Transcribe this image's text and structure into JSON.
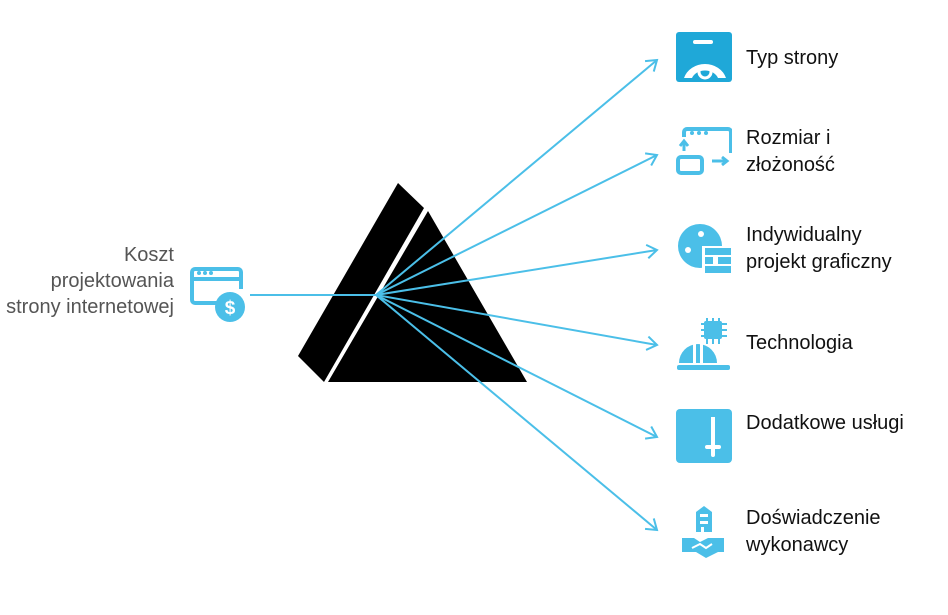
{
  "source": {
    "label": "Koszt projektowania strony internetowej",
    "icon": "browser-dollar-icon"
  },
  "colors": {
    "accent": "#4bbfe8",
    "accent_dark": "#1fa8d8",
    "prism": "#000000"
  },
  "factors": [
    {
      "label": "Typ strony",
      "icon": "website-type-icon"
    },
    {
      "label": "Rozmiar i złożoność",
      "icon": "resize-window-icon"
    },
    {
      "label": "Indywidualny projekt graficzny",
      "icon": "palette-icon"
    },
    {
      "label": "Technologia",
      "icon": "hardhat-chip-icon"
    },
    {
      "label": "Dodatkowe usługi",
      "icon": "tool-panel-icon"
    },
    {
      "label": "Doświadczenie wykonawcy",
      "icon": "handshake-building-icon"
    }
  ]
}
